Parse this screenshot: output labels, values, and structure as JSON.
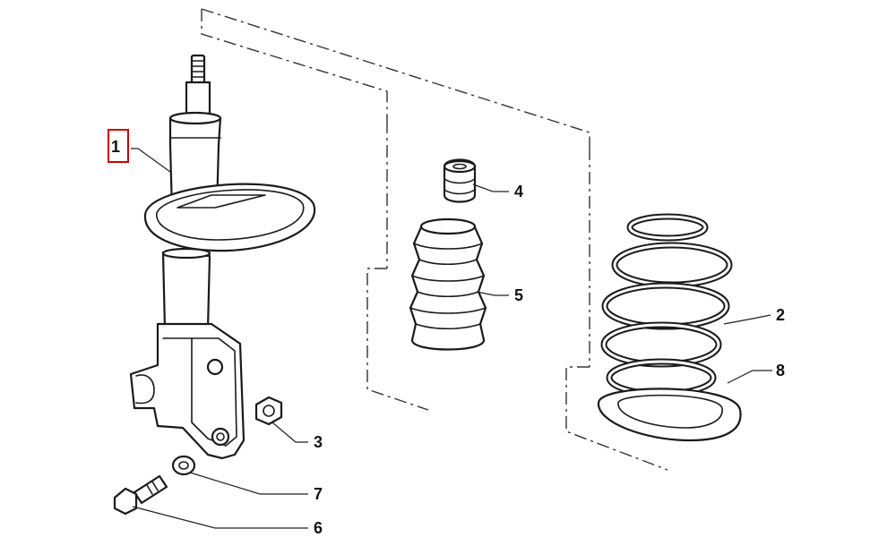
{
  "callouts": {
    "c1": "1",
    "c2": "2",
    "c3": "3",
    "c4": "4",
    "c5": "5",
    "c6": "6",
    "c7": "7",
    "c8": "8"
  },
  "colors": {
    "highlight": "#cc0000",
    "ink": "#1a1a1a"
  }
}
